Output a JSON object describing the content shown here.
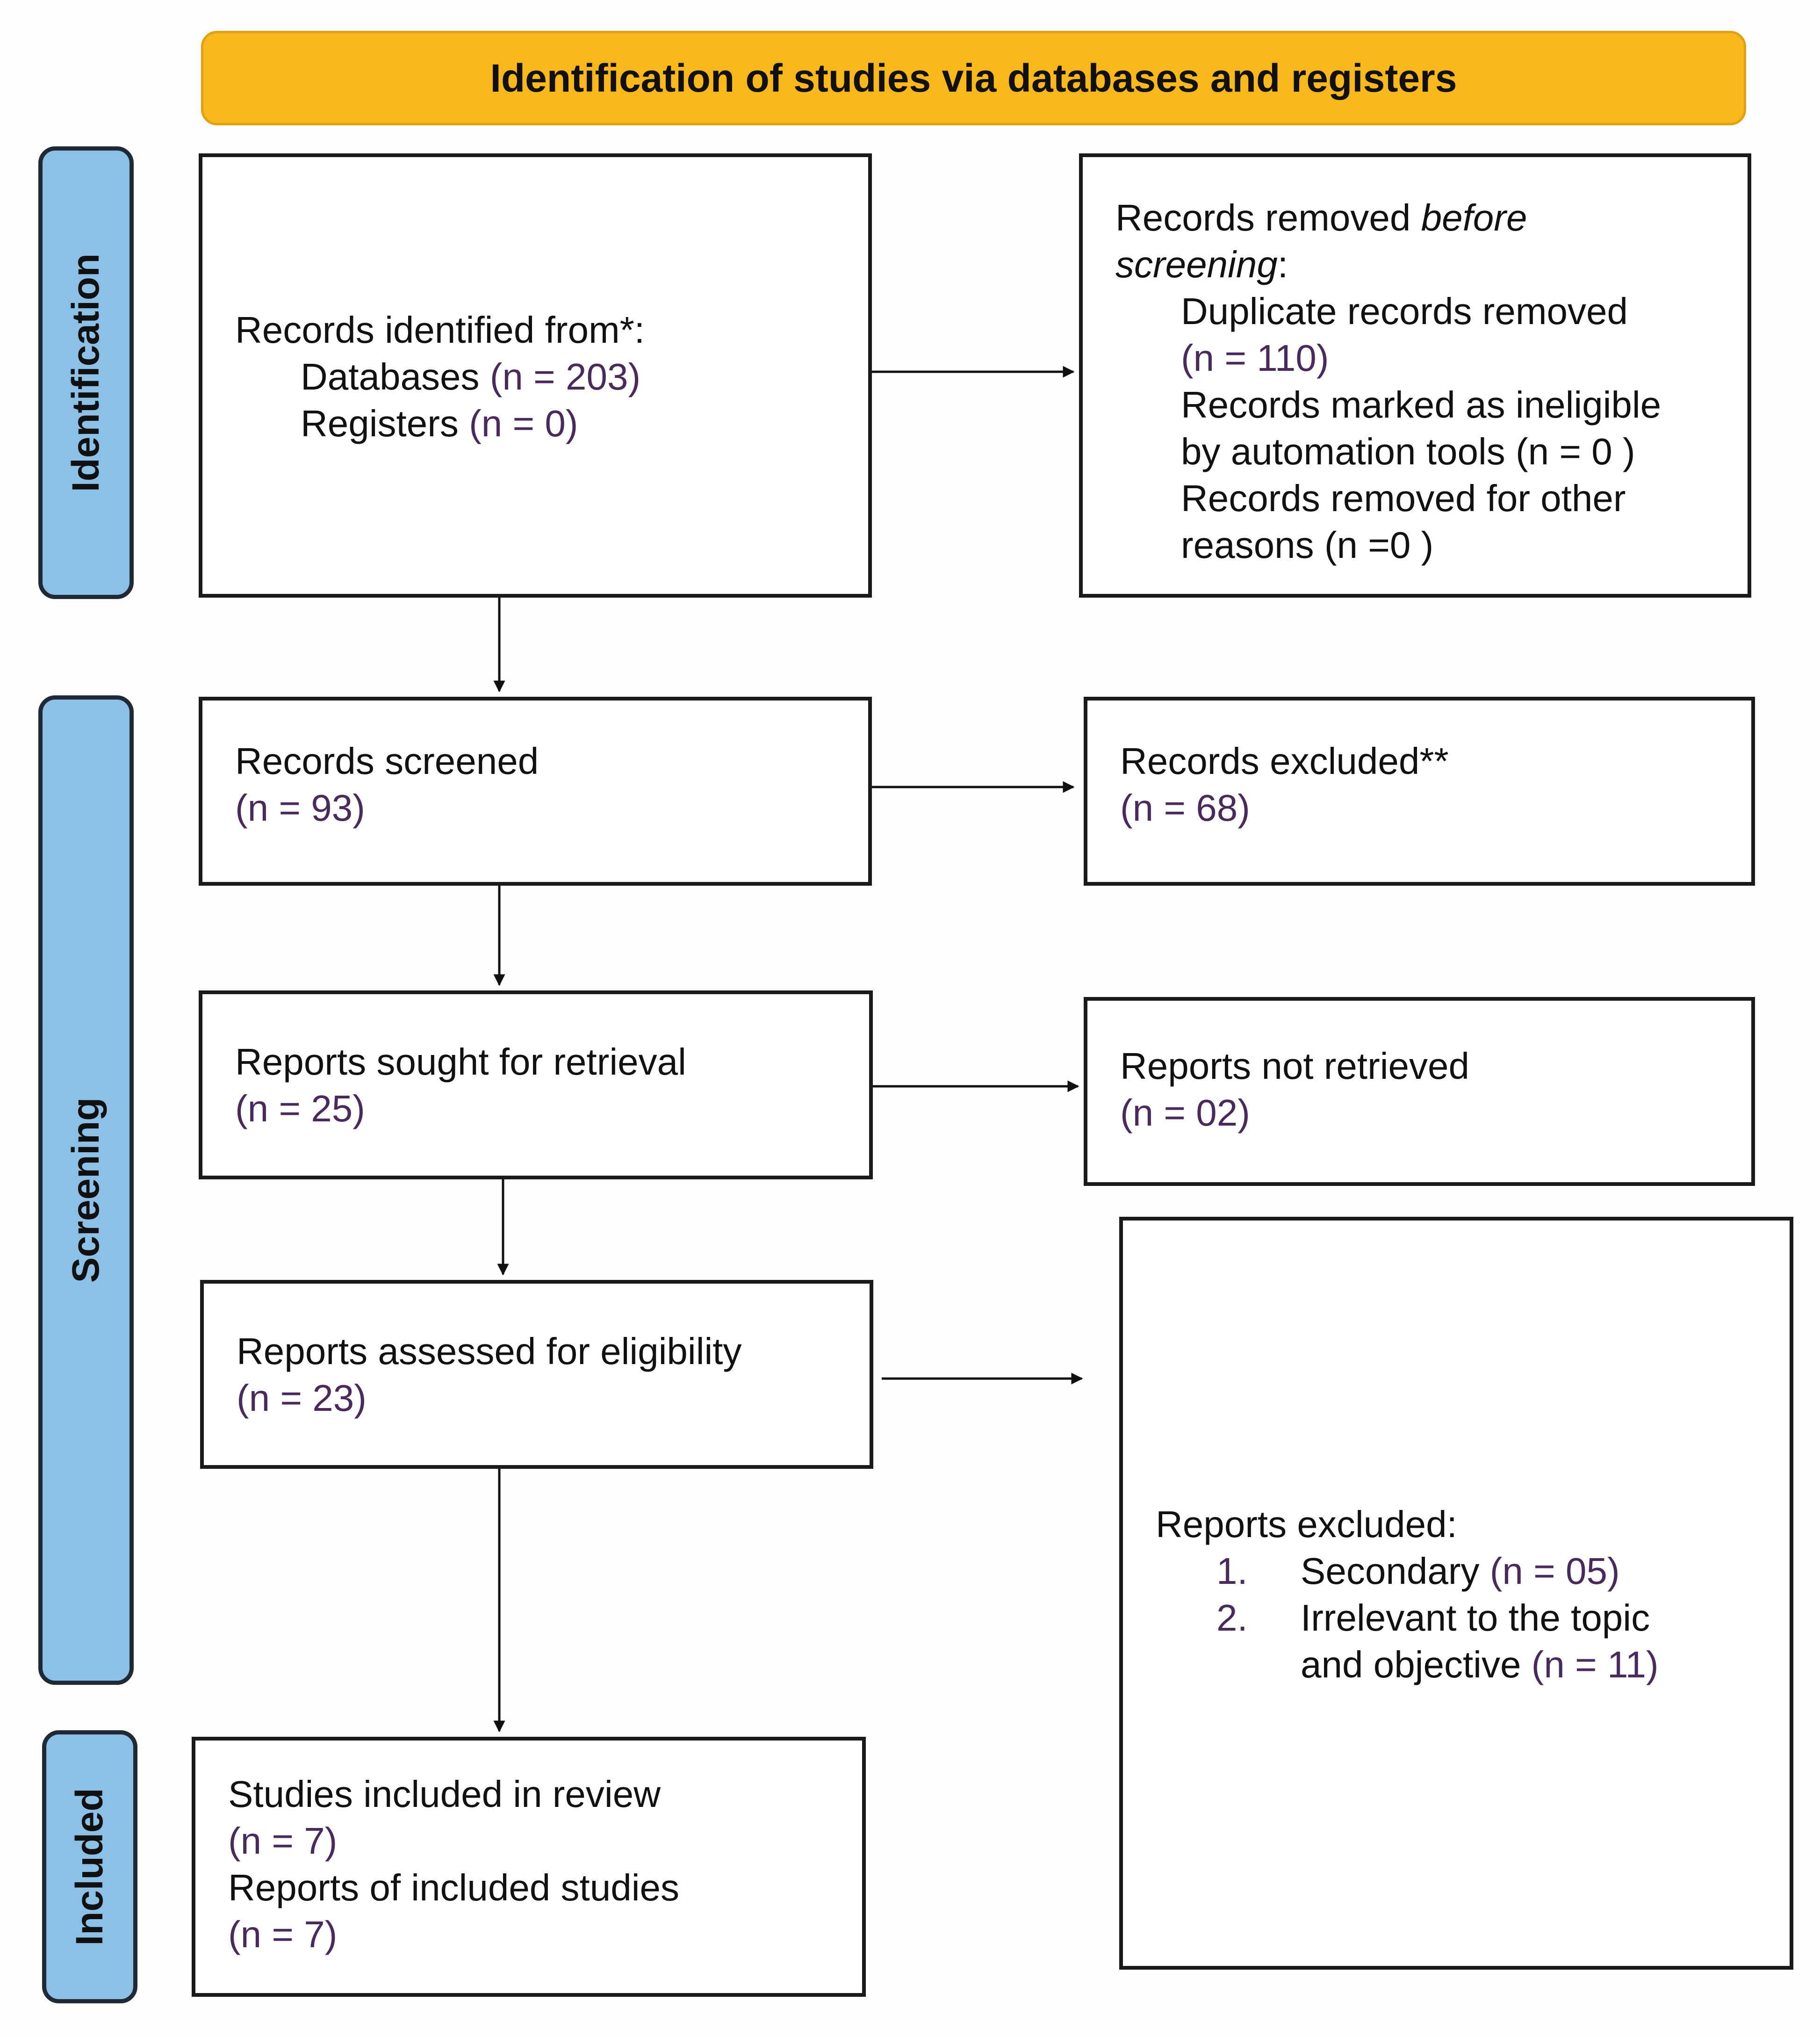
{
  "header": {
    "title": "Identification of studies via databases and registers"
  },
  "stages": {
    "identification": "Identification",
    "screening": "Screening",
    "included": "Included"
  },
  "identified": {
    "title": "Records identified from*:",
    "databases_label": "Databases ",
    "databases_n": "(n = 203)",
    "registers_label": "Registers ",
    "registers_n": "(n = 0)"
  },
  "removed": {
    "title_start": "Records removed ",
    "title_emph1": "before",
    "title_emph2": "screening",
    "title_end": ":",
    "duplicate_label": "Duplicate records removed",
    "duplicate_n": "(n = 110)",
    "ineligible_line1": "Records marked as ineligible",
    "ineligible_line2": "by automation tools (n = 0 )",
    "other_line1": "Records removed for other",
    "other_line2": "reasons (n =0 )"
  },
  "screened": {
    "label": "Records screened",
    "n": "(n = 93)"
  },
  "excluded": {
    "label": "Records excluded**",
    "n": "(n = 68)"
  },
  "sought": {
    "label": "Reports sought for retrieval",
    "n": "(n = 25)"
  },
  "not_retrieved": {
    "label": "Reports not retrieved",
    "n": "(n = 02)"
  },
  "assessed": {
    "label": "Reports assessed for eligibility",
    "n": "(n = 23)"
  },
  "reports_excluded": {
    "title": "Reports excluded:",
    "item1_num": "1.",
    "item1_label": "Secondary ",
    "item1_n": "(n = 05)",
    "item2_num": "2.",
    "item2_line1": "Irrelevant to the topic",
    "item2_line2_label": "and objective ",
    "item2_line2_n": "(n = 11)"
  },
  "included": {
    "studies_label": "Studies included in review",
    "studies_n": "(n = 7)",
    "reports_label": "Reports of included studies",
    "reports_n": "(n = 7)"
  }
}
